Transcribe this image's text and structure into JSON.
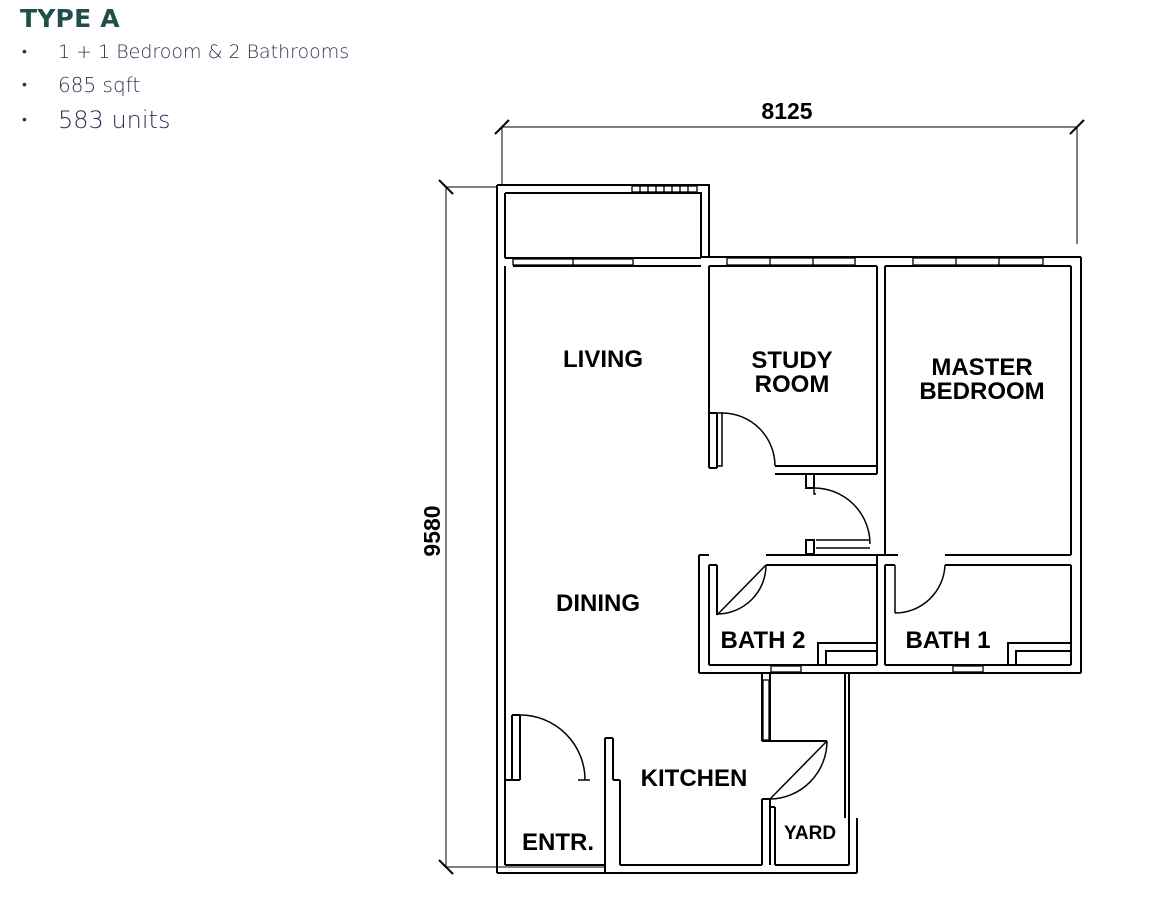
{
  "header": {
    "title": "TYPE A",
    "specs": [
      "1 + 1 Bedroom & 2 Bathrooms",
      "685 sqft",
      "583 units"
    ]
  },
  "dimensions": {
    "width_label": "8125",
    "height_label": "9580"
  },
  "rooms": {
    "living": "LIVING",
    "study_1": "STUDY",
    "study_2": "ROOM",
    "master_1": "MASTER",
    "master_2": "BEDROOM",
    "dining": "DINING",
    "bath2": "BATH 2",
    "bath1": "BATH 1",
    "kitchen": "KITCHEN",
    "entrance": "ENTR.",
    "yard": "YARD"
  }
}
